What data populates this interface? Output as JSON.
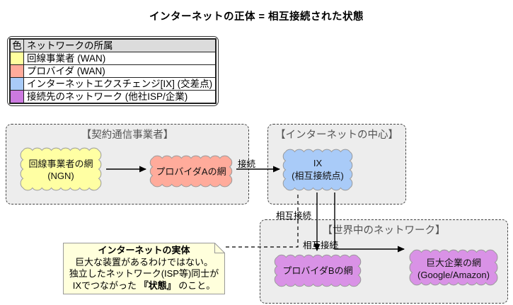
{
  "page_title": "インターネットの正体 = 相互接続された状態",
  "legend": {
    "col_color": "色",
    "col_label": "ネットワークの所属",
    "rows": [
      {
        "label": "回線事業者 (WAN)",
        "color": "#ffff9e"
      },
      {
        "label": "プロバイダ (WAN)",
        "color": "#ffab9b"
      },
      {
        "label": "インターネットエクスチェンジ[IX] (交差点)",
        "color": "#a9cbf8"
      },
      {
        "label": "接続先のネットワーク (他社ISP/企業)",
        "color": "#cc7ae0"
      }
    ]
  },
  "groups": {
    "carrier": {
      "title": "【契約通信事業者】"
    },
    "center": {
      "title": "【インターネットの中心】"
    },
    "world": {
      "title": "【世界中のネットワーク】"
    }
  },
  "clouds": {
    "ngn": {
      "line1": "回線事業者の網",
      "line2": "(NGN)",
      "color": "#ffffa3"
    },
    "provA": {
      "line1": "プロバイダAの網",
      "color": "#ffab9b"
    },
    "ix": {
      "line1": "IX",
      "line2": "(相互接続点)",
      "color": "#a9cbf8"
    },
    "provB": {
      "line1": "プロバイダBの網",
      "color": "#d992e6"
    },
    "big": {
      "line1": "巨大企業の網",
      "line2": "(Google/Amazon)",
      "color": "#d992e6"
    }
  },
  "edges": {
    "connect": "接続",
    "peer1": "相互接続",
    "peer2": "相互接続"
  },
  "note": {
    "title": "インターネットの実体",
    "line1": "巨大な装置があるわけではない。",
    "line2": "独立したネットワーク(ISP等)同士が",
    "line3_pre": "IXでつながった ",
    "line3_em": "『状態』",
    "line3_post": " のこと。"
  },
  "colors": {
    "group_bg": "#ededed",
    "note_bg": "#ffffdc",
    "line": "#000000"
  }
}
